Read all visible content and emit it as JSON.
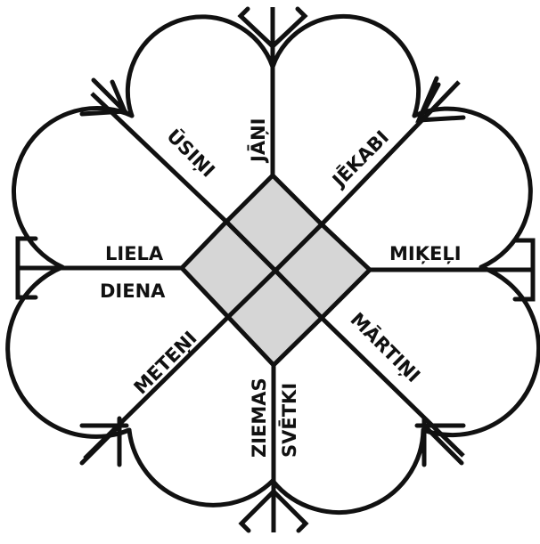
{
  "diagram": {
    "colors": {
      "stroke": "#111111",
      "center_fill": "#d6d6d6",
      "background": "#ffffff"
    },
    "labels": {
      "janis": "JĀŅI",
      "jekabi": "JĒKABI",
      "mikeli": "MIĶEĻI",
      "martini": "MĀRTIŅI",
      "ziemas": "ZIEMAS",
      "svetki": "SVĒTKI",
      "meteni": "METEŅI",
      "liela": "LIELA",
      "diena": "DIENA",
      "usini": "ŪSIŅI"
    }
  }
}
